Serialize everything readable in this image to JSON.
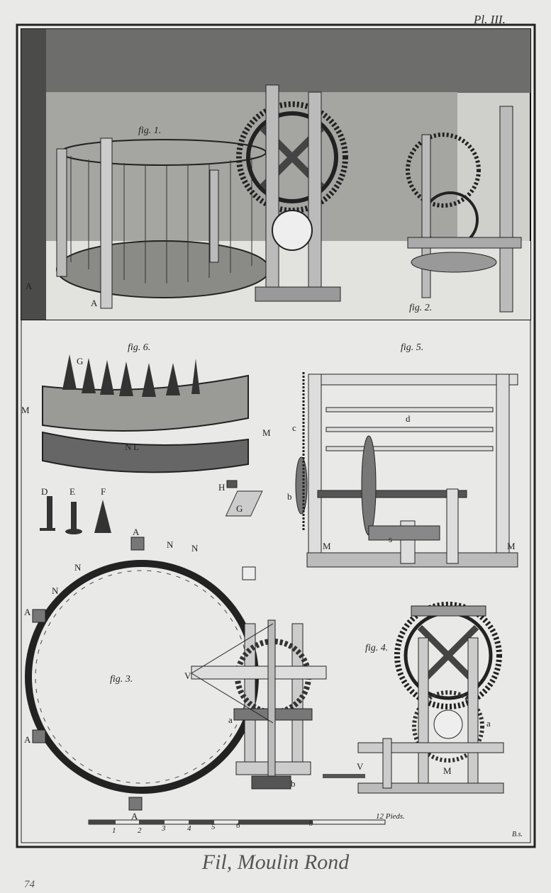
{
  "plate": "Pl. III.",
  "title": "Fil, Moulin Rond",
  "page_number": "74",
  "engraver_mark": "B.s.",
  "figures": {
    "fig1": "fig. 1.",
    "fig2": "fig. 2.",
    "fig3": "fig. 3.",
    "fig4": "fig. 4.",
    "fig5": "fig. 5.",
    "fig6": "fig. 6."
  },
  "letters": {
    "A": "A",
    "G": "G",
    "M": "M",
    "N": "N",
    "L": "L",
    "D": "D",
    "E": "E",
    "F": "F",
    "H": "H",
    "c": "c",
    "d": "d",
    "b": "b",
    "s": "s",
    "V": "V",
    "a": "a"
  },
  "scale": {
    "ticks": [
      "1",
      "2",
      "3",
      "4",
      "5",
      "6",
      "9"
    ],
    "unit_label": "12 Pieds."
  }
}
